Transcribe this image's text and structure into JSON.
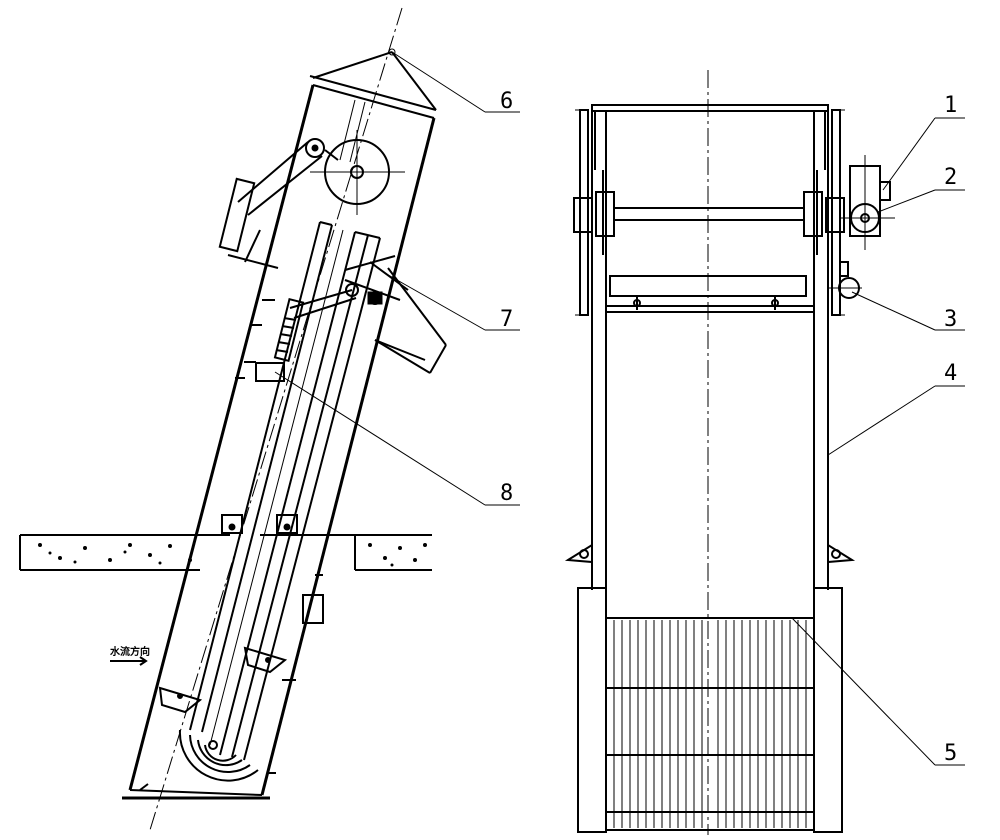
{
  "callouts": [
    "1",
    "2",
    "3",
    "4",
    "5",
    "6",
    "7",
    "8"
  ],
  "flow_label": "水流方向"
}
